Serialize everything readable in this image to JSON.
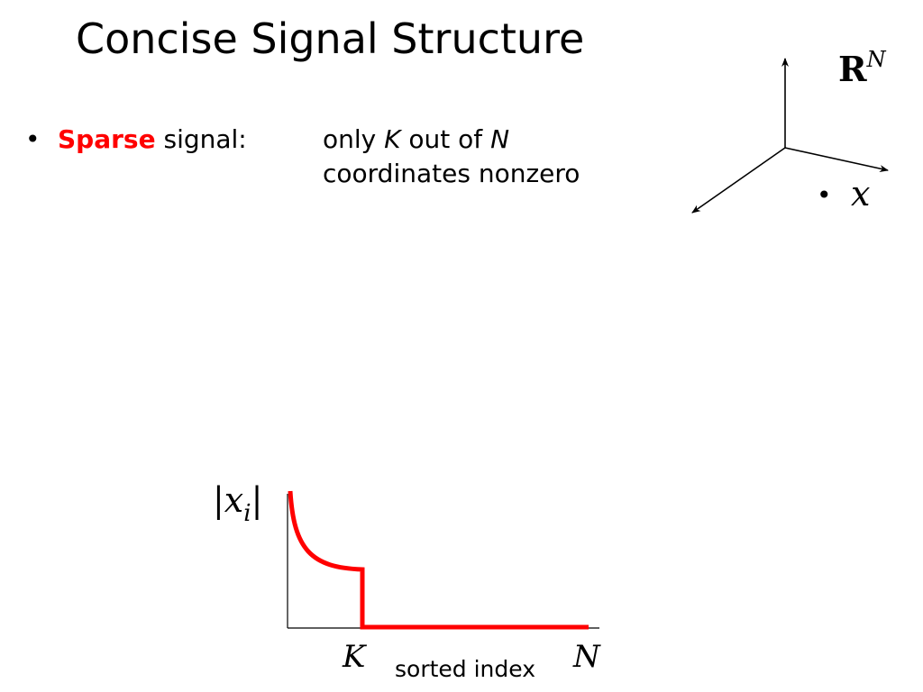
{
  "slide": {
    "title": "Concise Signal Structure",
    "bullet": {
      "marker": "•",
      "keyword": "Sparse",
      "lead": " signal:",
      "line1_before_k": "only ",
      "k_symbol": "K",
      "line1_middle": " out of ",
      "n_symbol": "N",
      "line2": "coordinates nonzero"
    }
  },
  "space_diagram": {
    "space_label_base": "R",
    "space_label_exponent": "N",
    "point_marker": "•",
    "point_label": "x"
  },
  "magnitude_plot": {
    "y_label": "|x",
    "y_label_sub": "i",
    "y_label_close": "|",
    "x_label_k": "K",
    "x_label_axis": "sorted index",
    "x_label_n": "N",
    "curve_color": "#ff0000",
    "axis_color": "#000000"
  },
  "colors": {
    "accent": "#ff0000",
    "text": "#000000",
    "background": "#ffffff"
  }
}
